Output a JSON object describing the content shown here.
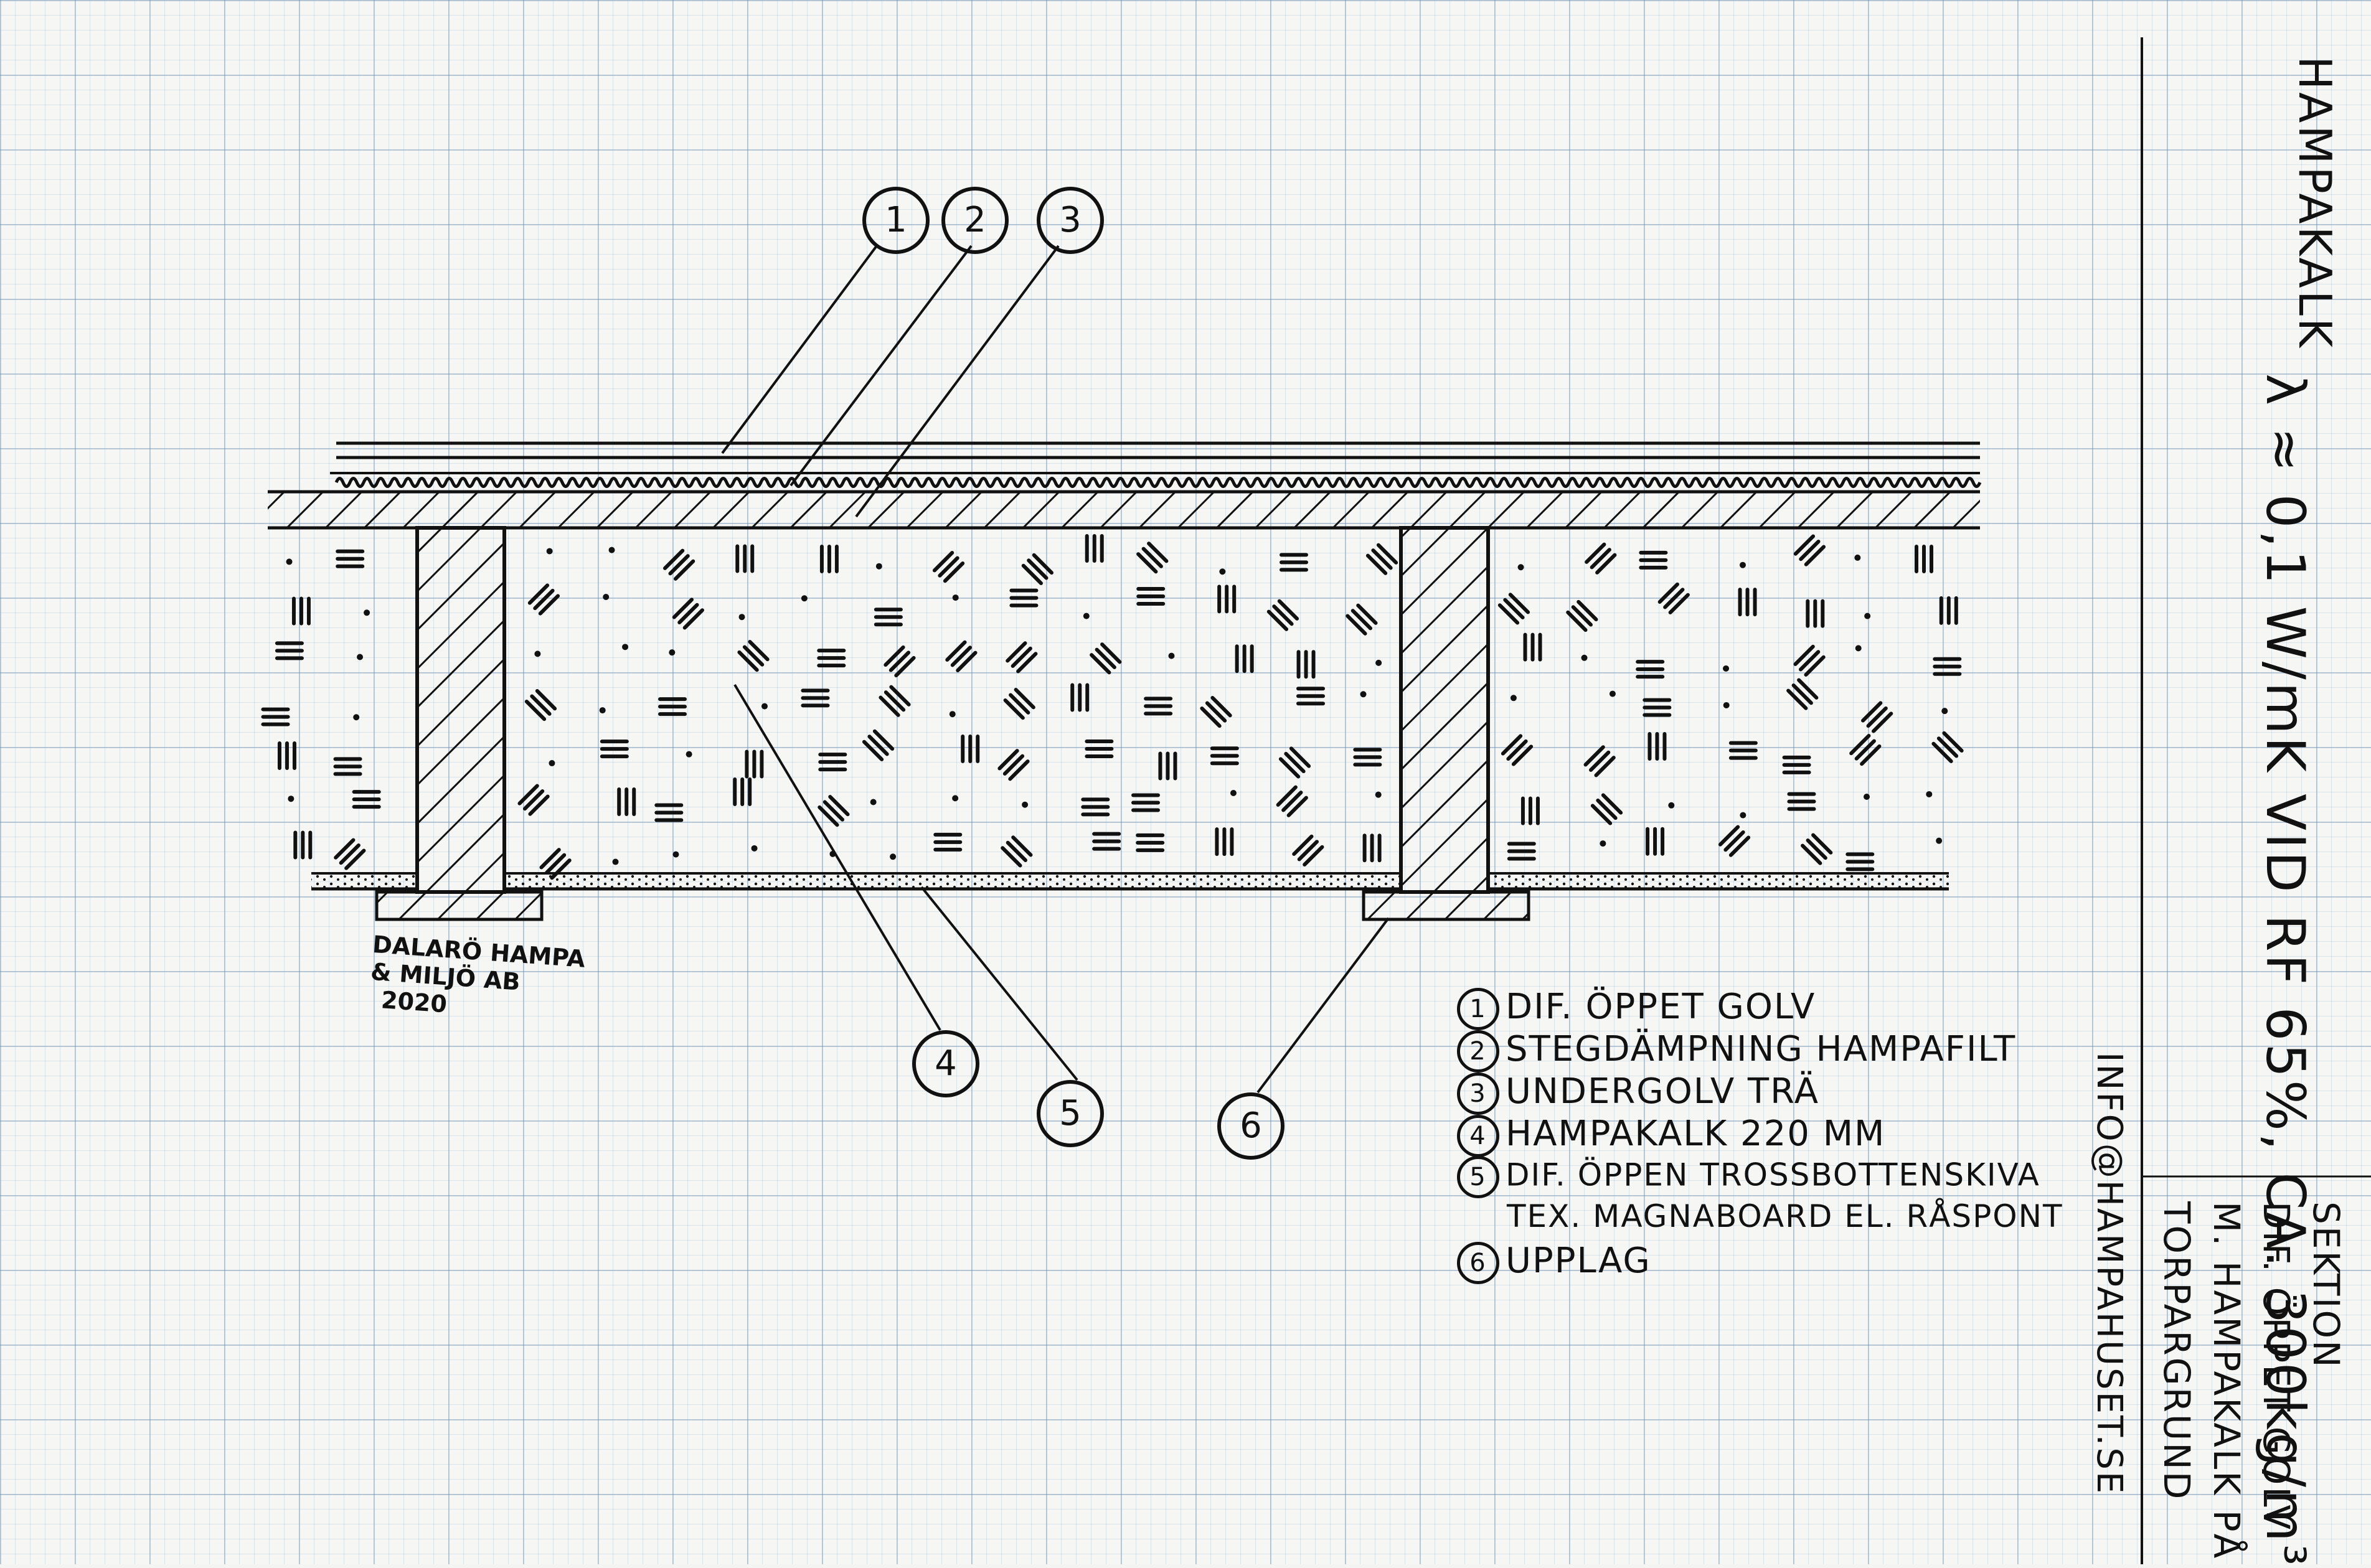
{
  "sheet_title": "HAMPAKALK",
  "lambda_note": "λ ≈ 0,1 W/mK VID RF 65%, CA. 300kg/m³",
  "callouts": [
    "1",
    "2",
    "3",
    "4",
    "5",
    "6"
  ],
  "legend": [
    {
      "num": "1",
      "text": "DIF. ÖPPET GOLV"
    },
    {
      "num": "2",
      "text": "STEGDÄMPNING HAMPAFILT"
    },
    {
      "num": "3",
      "text": "UNDERGOLV TRÄ"
    },
    {
      "num": "4",
      "text": "HAMPAKALK 220 MM"
    },
    {
      "num": "5",
      "text": "DIF. ÖPPEN TROSSBOTTENSKIVA"
    },
    {
      "num": "",
      "text": "TEX. MAGNABOARD EL. RÅSPONT"
    },
    {
      "num": "6",
      "text": "UPPLAG"
    }
  ],
  "credit": {
    "line1": "DALARÖ HAMPA",
    "line2": "& MILJÖ AB",
    "line3": "2020"
  },
  "contact": "INFO@HAMPAHUSET.SE",
  "title_block": {
    "line1": "SEKTION",
    "line2": "DIF. ÖPPET GOLV",
    "line3": "M. HAMPAKALK PÅ",
    "line4": "TORPARGRUND"
  },
  "colors": {
    "ink": "#111111",
    "grid": "#7896b9",
    "paper": "#f6f7f4"
  }
}
